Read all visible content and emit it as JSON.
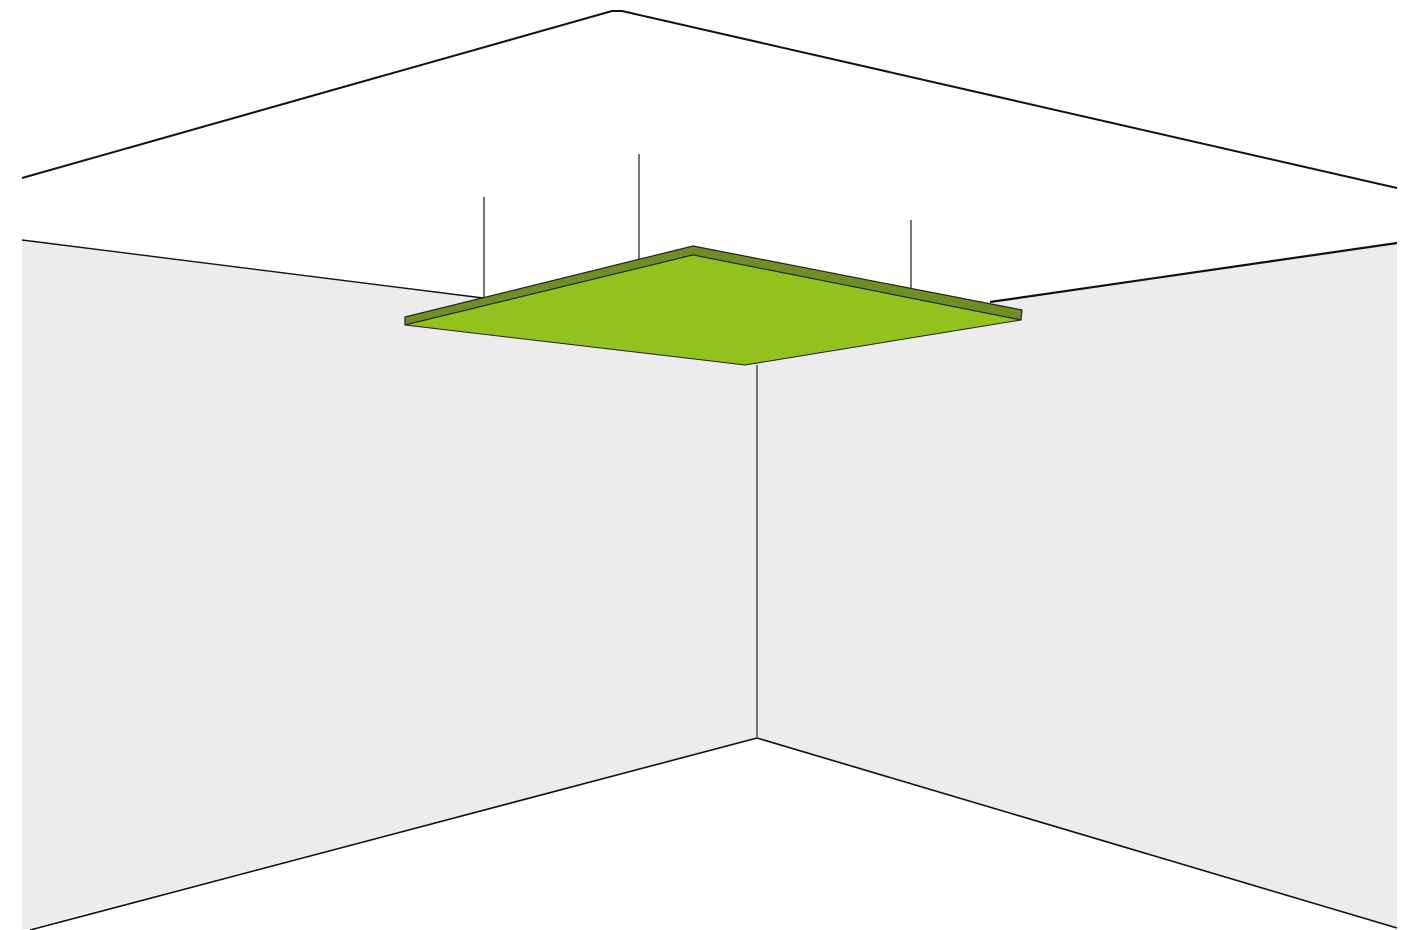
{
  "colors": {
    "background": "#ffffff",
    "wall_fill": "#ececec",
    "edge_line": "#111111",
    "corner_line": "#555555",
    "cable_line": "#777777",
    "panel_face": "#93c11d",
    "panel_edge": "#6f8f24"
  },
  "scene": {
    "walls": [
      "left-wall",
      "right-wall"
    ],
    "ceiling_outline": [
      "ceiling-left-edge",
      "ceiling-right-edge"
    ],
    "panel": {
      "name": "ceiling-acoustic-panel",
      "suspension_cables": 3
    }
  }
}
